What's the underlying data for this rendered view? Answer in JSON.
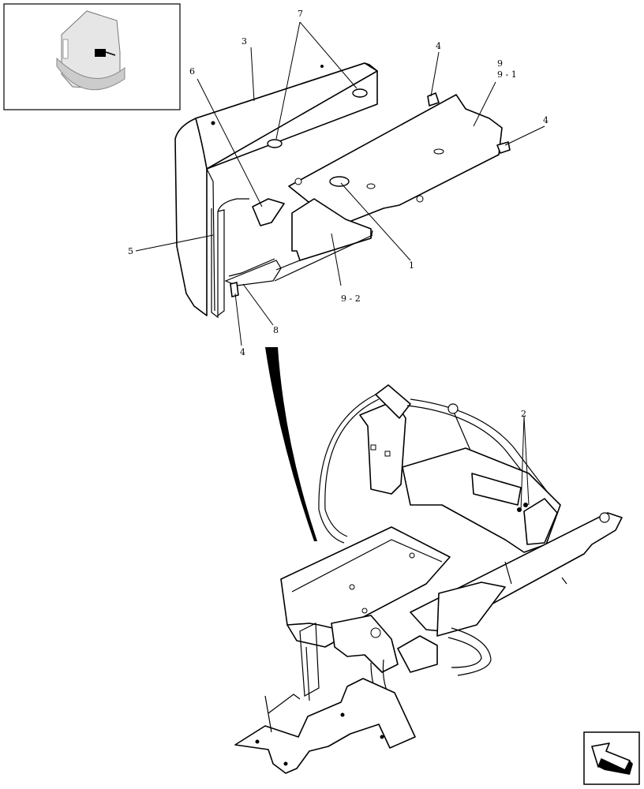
{
  "callouts": {
    "c1": "1",
    "c2": "2",
    "c3": "3",
    "c4a": "4",
    "c4b": "4",
    "c4c": "4",
    "c5": "5",
    "c6": "6",
    "c7": "7",
    "c8": "8",
    "c9": "9",
    "c9_1": "9 - 1",
    "c9_2": "9 - 2"
  },
  "icons": {
    "thumbnail": "machine-thumbnail-icon",
    "nav": "previous-page-arrow-icon"
  },
  "colors": {
    "ink": "#000000",
    "paper": "#ffffff",
    "thumbnail_shade": "#cccccc"
  }
}
